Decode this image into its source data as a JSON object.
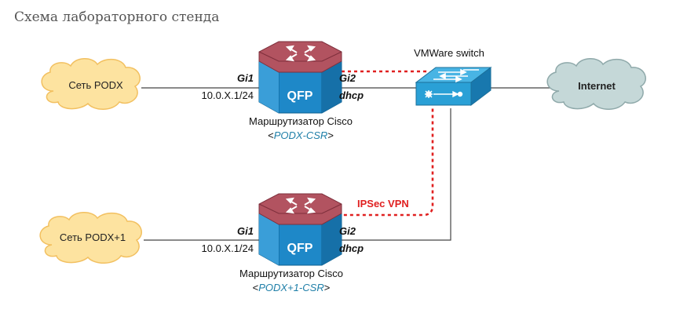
{
  "page": {
    "title": "Схема лабораторного стенда"
  },
  "clouds": {
    "net_podx": "Сеть PODX",
    "net_podx1": "Сеть PODX+1",
    "internet": "Internet"
  },
  "switch": {
    "label": "VMWare switch"
  },
  "router_top": {
    "caption": "Маршрутизатор Cisco",
    "hostname_prefix": "<",
    "hostname": "PODX-CSR",
    "hostname_suffix": ">",
    "chassis_label": "QFP",
    "left_iface": "Gi1",
    "left_addr": "10.0.X.1/24",
    "right_iface": "Gi2",
    "right_addr": "dhcp"
  },
  "router_bottom": {
    "caption": "Маршрутизатор Cisco",
    "hostname_prefix": "<",
    "hostname": "PODX+1-CSR",
    "hostname_suffix": ">",
    "chassis_label": "QFP",
    "left_iface": "Gi1",
    "left_addr": "10.0.X.1/24",
    "right_iface": "Gi2",
    "right_addr": "dhcp"
  },
  "tunnel": {
    "label": "IPSec VPN"
  },
  "colors": {
    "cloud_fill": "#fde3a0",
    "cloud_stroke": "#f2c060",
    "internet_fill": "#c5d8d8",
    "internet_stroke": "#8fa9aa",
    "router_top_fill": "#b25360",
    "router_body": "#1e88c8",
    "switch_fill": "#2aa0d6",
    "hostname": "#1f7fa8",
    "vpn": "#e02020",
    "line": "#444444"
  }
}
